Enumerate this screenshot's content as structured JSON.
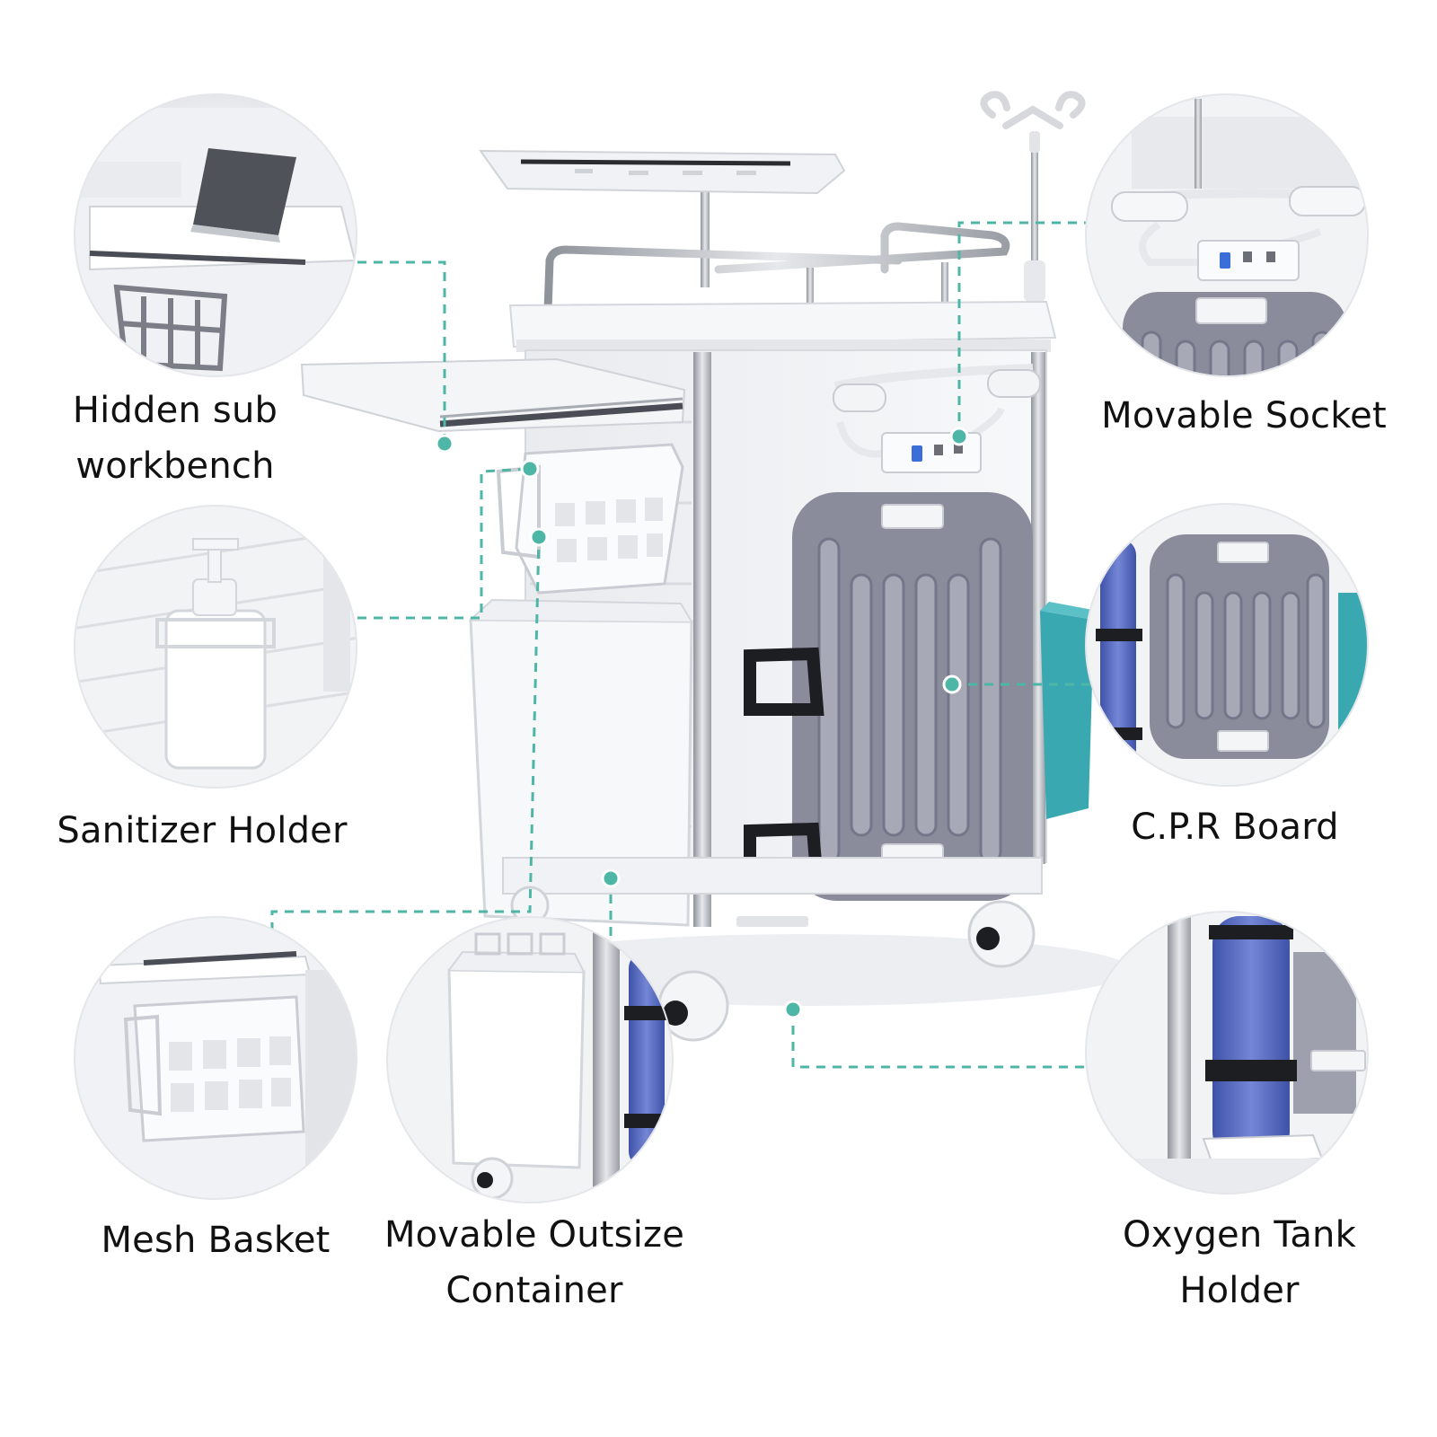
{
  "labels": {
    "hidden_sub_workbench": {
      "line1": "Hidden sub",
      "line2": "workbench"
    },
    "sanitizer_holder": {
      "line1": "Sanitizer Holder"
    },
    "mesh_basket": {
      "line1": "Mesh Basket"
    },
    "movable_outsize_container": {
      "line1": "Movable Outsize",
      "line2": "Container"
    },
    "movable_socket": {
      "line1": "Movable Socket"
    },
    "cpr_board": {
      "line1": "C.P.R Board"
    },
    "oxygen_tank_holder": {
      "line1": "Oxygen Tank",
      "line2": "Holder"
    }
  },
  "colors": {
    "accent_teal": "#4db6a6",
    "cart_white": "#f4f5f7",
    "board_gray": "#8a8c9c",
    "tank_blue": "#5b6fc4",
    "bin_teal": "#3aa8b0",
    "chrome": "#b9bcc2"
  }
}
